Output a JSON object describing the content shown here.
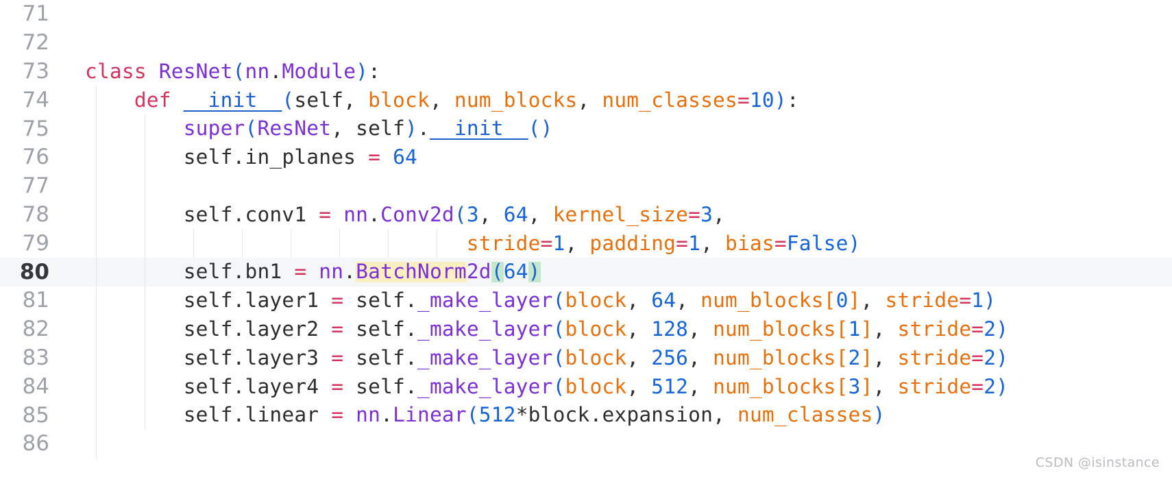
{
  "editor": {
    "language": "python",
    "theme": "light",
    "current_line": 80,
    "first_line": 71,
    "last_line": 86,
    "colors": {
      "background": "#ffffff",
      "current_line_background": "#f4f6f8",
      "gutter_text": "#9da2a8",
      "gutter_text_active": "#33373d",
      "keyword": "#d6335c",
      "class_name": "#7b2fd6",
      "function": "#1a5fd0",
      "parameter": "#e8700c",
      "number": "#1565d8",
      "operator": "#d6335c",
      "plain_text": "#2d2d30",
      "occurrence_highlight": "#fbeec0",
      "bracket_match_highlight": "#c5e8cd",
      "indent_guide": "#e4e6e9",
      "watermark": "#b9bcc0"
    }
  },
  "line_numbers": [
    "71",
    "72",
    "73",
    "74",
    "75",
    "76",
    "77",
    "78",
    "79",
    "80",
    "81",
    "82",
    "83",
    "84",
    "85",
    "86"
  ],
  "code_lines": {
    "l71": "",
    "l72": "",
    "l73": "class ResNet(nn.Module):",
    "l74": "    def __init__(self, block, num_blocks, num_classes=10):",
    "l75": "        super(ResNet, self).__init__()",
    "l76": "        self.in_planes = 64",
    "l77": "",
    "l78": "        self.conv1 = nn.Conv2d(3, 64, kernel_size=3,",
    "l79": "                               stride=1, padding=1, bias=False)",
    "l80": "        self.bn1 = nn.BatchNorm2d(64)",
    "l81": "        self.layer1 = self._make_layer(block, 64, num_blocks[0], stride=1)",
    "l82": "        self.layer2 = self._make_layer(block, 128, num_blocks[1], stride=2)",
    "l83": "        self.layer3 = self._make_layer(block, 256, num_blocks[2], stride=2)",
    "l84": "        self.layer4 = self._make_layer(block, 512, num_blocks[3], stride=2)",
    "l85": "        self.linear = nn.Linear(512*block.expansion, num_classes)",
    "l86": ""
  },
  "tokens": {
    "kw_class": "class",
    "kw_def": "def",
    "name_resnet": "ResNet",
    "name_nn": "nn",
    "name_module": "Module",
    "name_init": "__init__",
    "name_self": "self",
    "name_block": "block",
    "name_num_blocks": "num_blocks",
    "name_num_classes": "num_classes",
    "name_super": "super",
    "name_in_planes": "in_planes",
    "name_conv1": "conv1",
    "name_conv2d": "Conv2d",
    "name_kernel_size": "kernel_size",
    "name_stride": "stride",
    "name_padding": "padding",
    "name_bias": "bias",
    "name_false": "False",
    "name_bn1": "bn1",
    "name_batchnorm": "BatchNorm",
    "name_batchnorm_suffix": "2d",
    "name_make_layer": "_make_layer",
    "name_layer1": "layer1",
    "name_layer2": "layer2",
    "name_layer3": "layer3",
    "name_layer4": "layer4",
    "name_linear_attr": "linear",
    "name_linear_cls": "Linear",
    "name_expansion": "expansion",
    "n_10": "10",
    "n_64": "64",
    "n_3": "3",
    "n_1": "1",
    "n_2": "2",
    "n_0": "0",
    "n_128": "128",
    "n_256": "256",
    "n_512": "512",
    "eq": "=",
    "comma": ", ",
    "dot": ".",
    "colon": ":",
    "lparen": "(",
    "rparen": ")",
    "lbracket": "[",
    "rbracket": "]",
    "star": "*",
    "empty": ""
  },
  "watermark": {
    "text": "CSDN @isinstance"
  }
}
